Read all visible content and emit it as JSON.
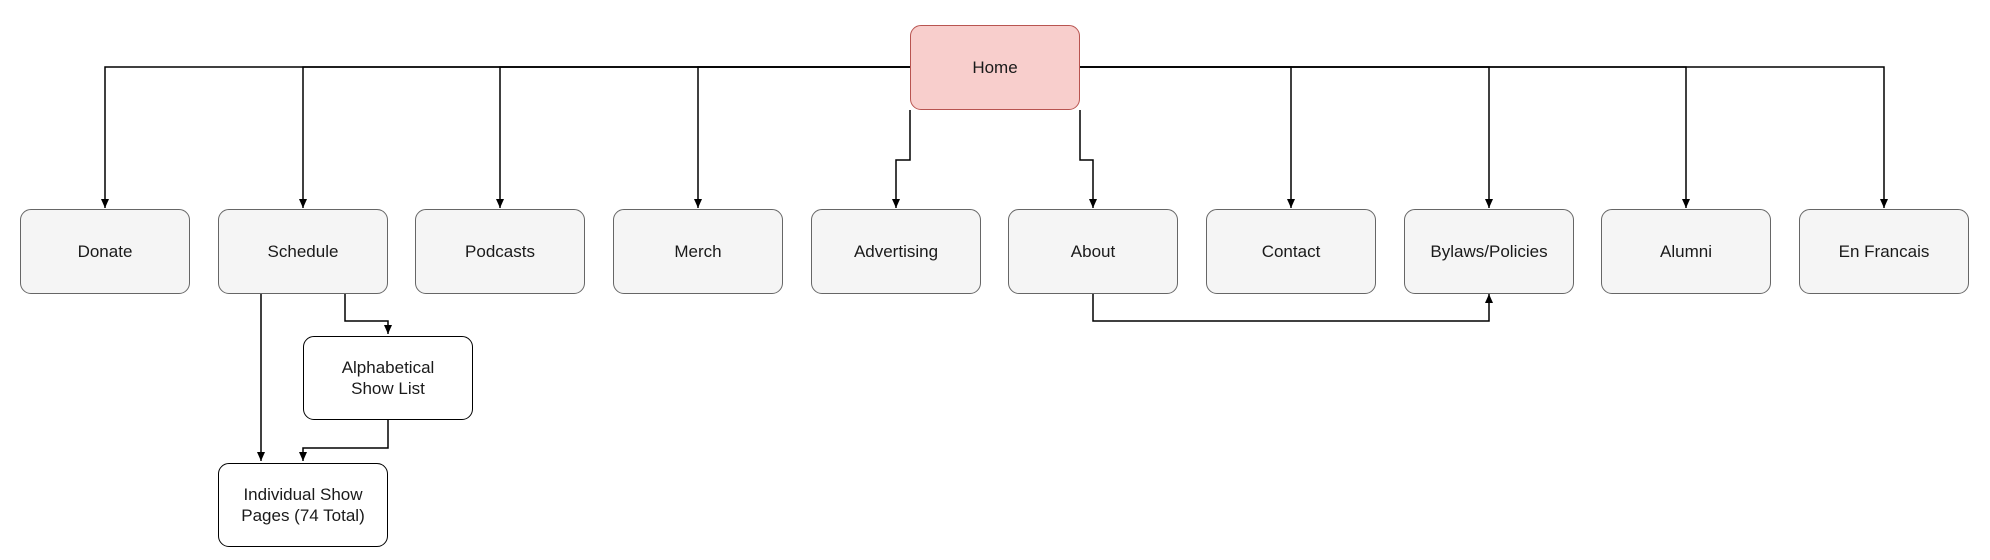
{
  "diagram": {
    "root": "Home",
    "sections": [
      "Donate",
      "Schedule",
      "Podcasts",
      "Merch",
      "Advertising",
      "About",
      "Contact",
      "Bylaws/Policies",
      "Alumni",
      "En Francais"
    ],
    "sub_pages": {
      "alphabetical": "Alphabetical\nShow List",
      "individual": "Individual Show\nPages (74 Total)"
    },
    "colors": {
      "root_fill": "#f8cecc",
      "root_border": "#b85450",
      "section_fill": "#f5f5f5",
      "section_border": "#666666",
      "subpage_fill": "#ffffff",
      "subpage_border": "#000000",
      "connector": "#000000"
    }
  }
}
